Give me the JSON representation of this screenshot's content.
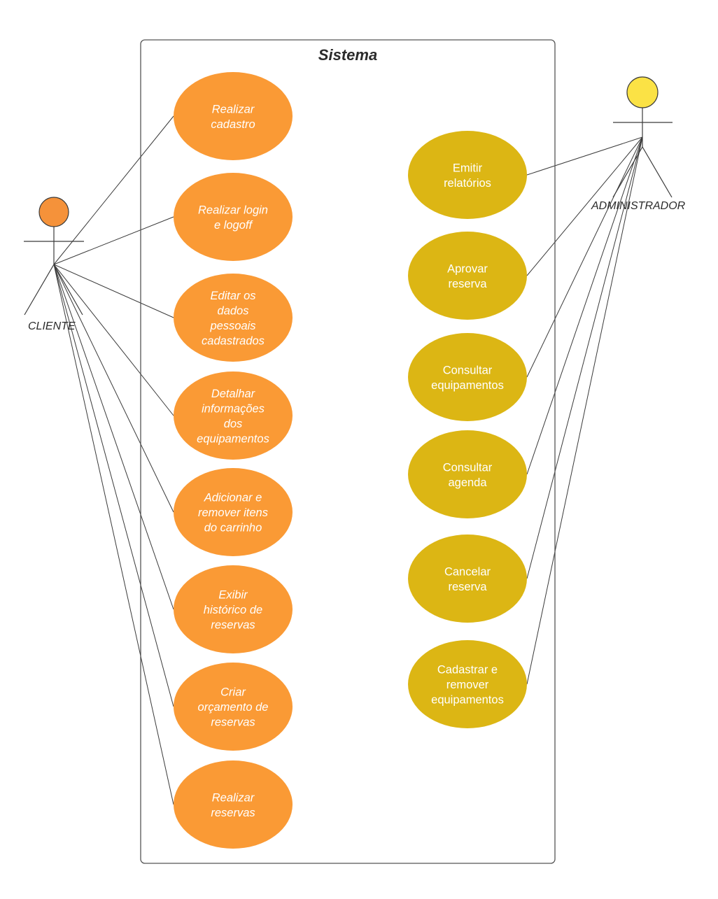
{
  "system": {
    "title": "Sistema"
  },
  "colors": {
    "client_usecase": "#FA9A35",
    "admin_usecase": "#DCB614",
    "client_head": "#F5923A",
    "admin_head": "#FBE245",
    "line": "#3a3a3a",
    "boundary": "#555555"
  },
  "actors": {
    "cliente": {
      "label": "CLIENTE"
    },
    "administrador": {
      "label": "ADMINISTRADOR"
    }
  },
  "use_cases": {
    "cliente": [
      {
        "lines": [
          "Realizar",
          "cadastro"
        ]
      },
      {
        "lines": [
          "Realizar login",
          "e logoff"
        ]
      },
      {
        "lines": [
          "Editar os",
          "dados",
          "pessoais",
          "cadastrados"
        ]
      },
      {
        "lines": [
          "Detalhar",
          "informações",
          "dos",
          "equipamentos"
        ]
      },
      {
        "lines": [
          "Adicionar e",
          "remover itens",
          "do carrinho"
        ]
      },
      {
        "lines": [
          "Exibir",
          "histórico de",
          "reservas"
        ]
      },
      {
        "lines": [
          "Criar",
          "orçamento de",
          "reservas"
        ]
      },
      {
        "lines": [
          "Realizar",
          "reservas"
        ]
      }
    ],
    "administrador": [
      {
        "lines": [
          "Emitir",
          "relatórios"
        ]
      },
      {
        "lines": [
          "Aprovar",
          "reserva"
        ]
      },
      {
        "lines": [
          "Consultar",
          "equipamentos"
        ]
      },
      {
        "lines": [
          "Consultar",
          "agenda"
        ]
      },
      {
        "lines": [
          "Cancelar",
          "reserva"
        ]
      },
      {
        "lines": [
          "Cadastrar e",
          "remover",
          "equipamentos"
        ]
      }
    ]
  }
}
